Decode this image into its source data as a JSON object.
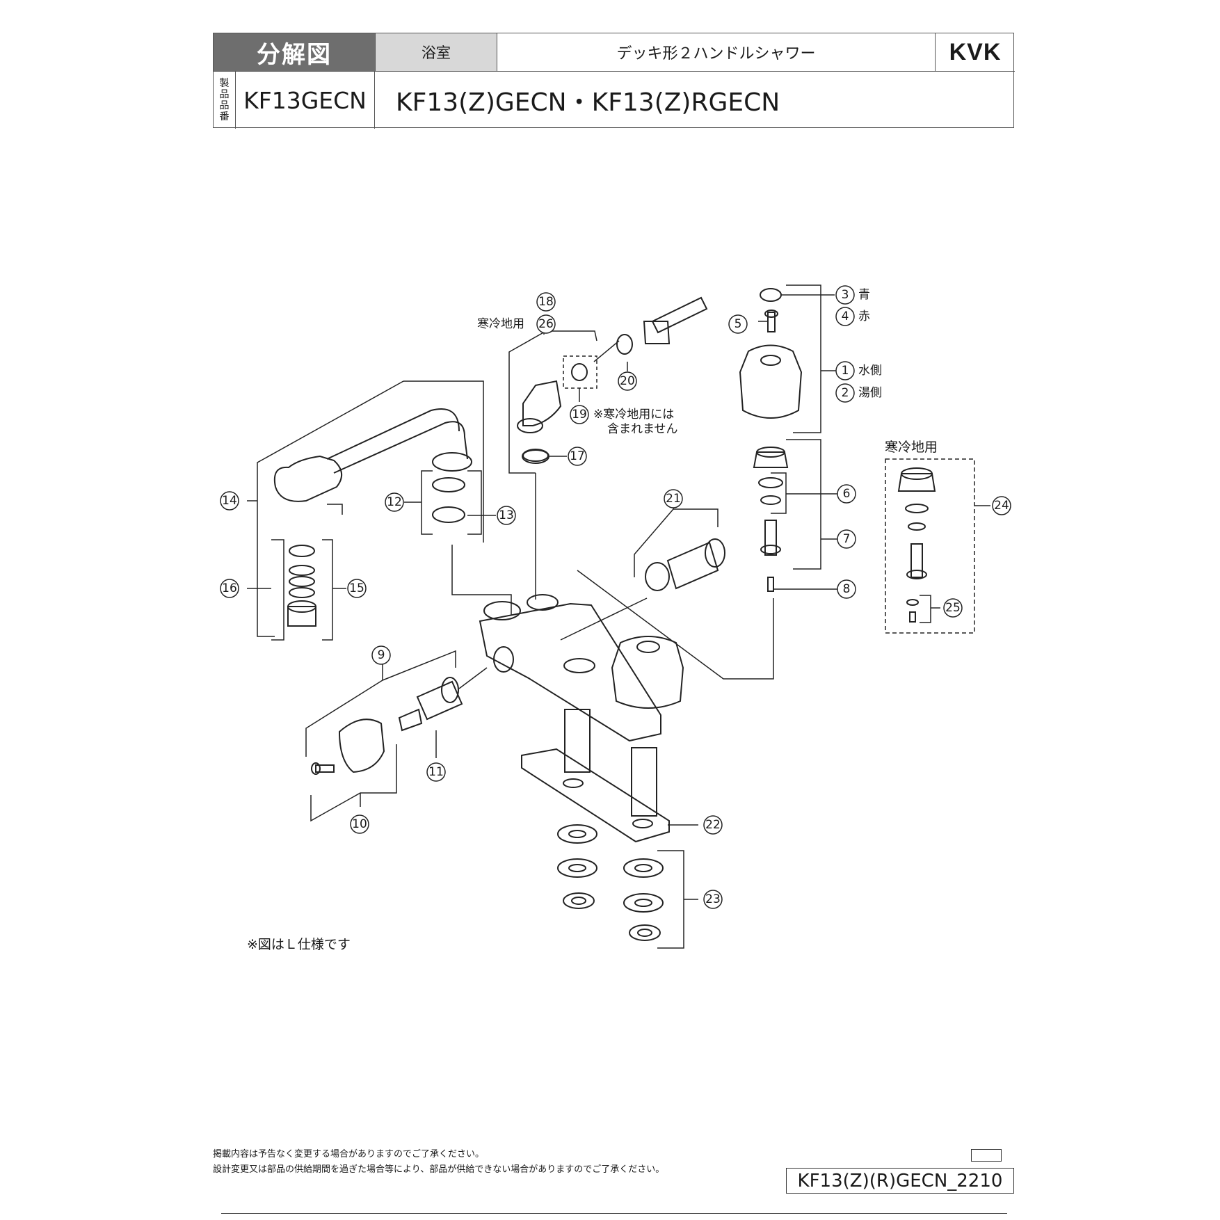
{
  "header": {
    "title": "分解図",
    "category": "浴室",
    "product_name": "デッキ形２ハンドルシャワー",
    "brand": "KVK",
    "product_no_label": [
      "製",
      "品",
      "品",
      "番"
    ],
    "product_no": "KF13GECN",
    "models": "KF13(Z)GECN・KF13(Z)RGECN"
  },
  "callouts": {
    "c1": "1",
    "c2": "2",
    "c3": "3",
    "c4": "4",
    "c5": "5",
    "c6": "6",
    "c7": "7",
    "c8": "8",
    "c9": "9",
    "c10": "10",
    "c11": "11",
    "c12": "12",
    "c13": "13",
    "c14": "14",
    "c15": "15",
    "c16": "16",
    "c17": "17",
    "c18": "18",
    "c19": "19",
    "c20": "20",
    "c21": "21",
    "c22": "22",
    "c23": "23",
    "c24": "24",
    "c25": "25",
    "c26": "26"
  },
  "labels": {
    "blue": "青",
    "red": "赤",
    "water_side": "水側",
    "hot_side": "湯側",
    "cold_area_1": "寒冷地用",
    "cold_area_2": "寒冷地用",
    "not_included_1": "※寒冷地用には",
    "not_included_2": "含まれません"
  },
  "note": "※図はＬ仕様です",
  "footer": {
    "line1": "掲載内容は予告なく変更する場合がありますのでご了承ください。",
    "line2": "設計変更又は部品の供給期間を過ぎた場合等により、部品が供給できない場合がありますのでご了承ください。",
    "doc_id": "KF13(Z)(R)GECN_2210"
  }
}
